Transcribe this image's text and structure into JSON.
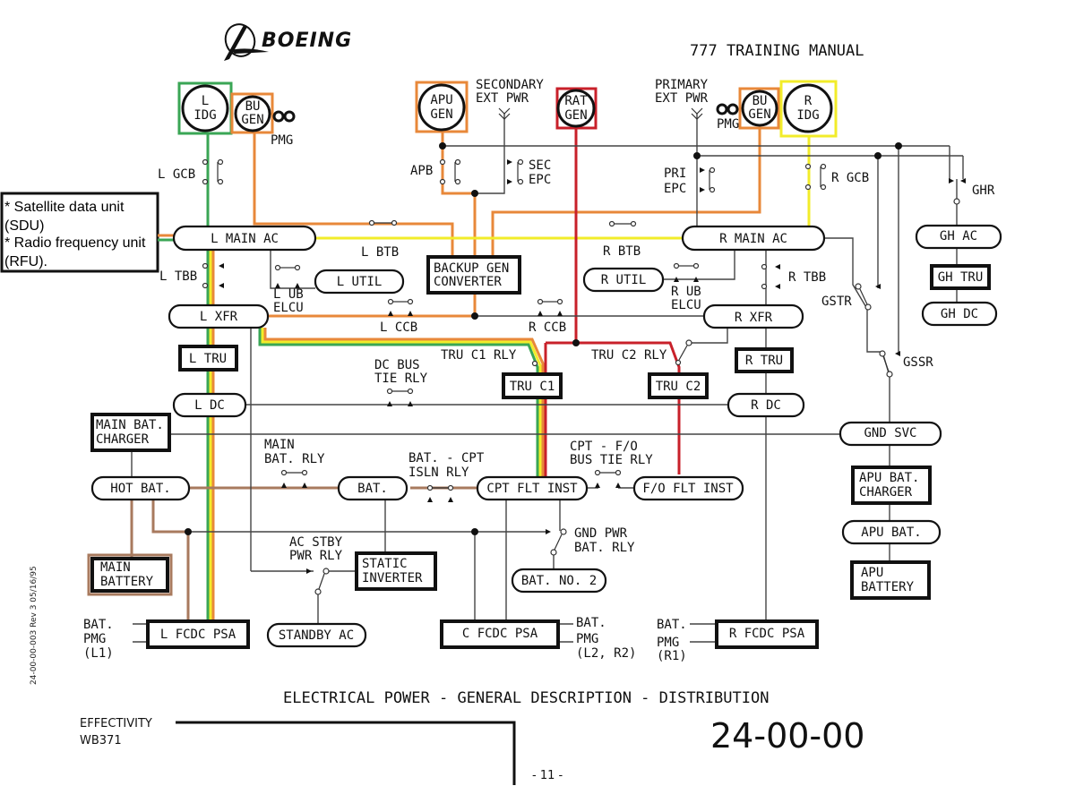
{
  "header": {
    "brand": "BOEING",
    "manual_title": "777 TRAINING MANUAL"
  },
  "colors": {
    "left_idg": "#3aa655",
    "backup_gen": "#e8883a",
    "apu_gen": "#e8883a",
    "rat_gen": "#c8202a",
    "right_idg": "#f2ec2a",
    "battery": "#a87a5e",
    "wire": "#444444"
  },
  "note": {
    "lines": [
      "* Satellite data unit",
      "(SDU)",
      "* Radio frequency unit",
      "(RFU)."
    ]
  },
  "generators": {
    "l_idg": [
      "L",
      "IDG"
    ],
    "l_bu_gen": [
      "BU",
      "GEN"
    ],
    "l_pmg": "PMG",
    "apu_gen": [
      "APU",
      "GEN"
    ],
    "rat_gen": [
      "RAT",
      "GEN"
    ],
    "r_bu_gen": [
      "BU",
      "GEN"
    ],
    "r_pmg": "PMG",
    "r_idg": [
      "R",
      "IDG"
    ]
  },
  "ext_power": {
    "secondary": [
      "SECONDARY",
      "EXT PWR"
    ],
    "primary": [
      "PRIMARY",
      "EXT PWR"
    ]
  },
  "breakers": {
    "l_gcb": "L GCB",
    "apb": "APB",
    "sec_epc": [
      "SEC",
      "EPC"
    ],
    "pri_epc": [
      "PRI",
      "EPC"
    ],
    "r_gcb": "R GCB",
    "ghr": "GHR",
    "l_btb": "L BTB",
    "r_btb": "R BTB",
    "l_tbb": "L TBB",
    "r_tbb": "R TBB",
    "l_ub_elcu": [
      "L UB",
      "ELCU"
    ],
    "r_ub_elcu": [
      "R UB",
      "ELCU"
    ],
    "l_ccb": "L CCB",
    "r_ccb": "R CCB",
    "gstr": "GSTR",
    "gssr": "GSSR",
    "tru_c1_rly": "TRU C1 RLY",
    "tru_c2_rly": "TRU C2 RLY",
    "dc_bus_tie_rly": [
      "DC BUS",
      "TIE RLY"
    ],
    "main_bat_rly": [
      "MAIN",
      "BAT. RLY"
    ],
    "bat_cpt_isln_rly": [
      "BAT. - CPT",
      "ISLN RLY"
    ],
    "cpt_fo_bus_tie_rly": [
      "CPT - F/O",
      "BUS TIE RLY"
    ],
    "gnd_pwr_bat_rly": [
      "GND PWR",
      "BAT. RLY"
    ],
    "ac_stby_pwr_rly": [
      "AC STBY",
      "PWR RLY"
    ]
  },
  "buses": {
    "l_main_ac": "L MAIN AC",
    "r_main_ac": "R MAIN AC",
    "l_util": "L UTIL",
    "r_util": "R UTIL",
    "l_xfr": "L XFR",
    "r_xfr": "R XFR",
    "l_dc": "L DC",
    "r_dc": "R DC",
    "gh_ac": "GH AC",
    "gh_dc": "GH DC",
    "gnd_svc": "GND SVC",
    "hot_bat": "HOT BAT.",
    "bat": "BAT.",
    "cpt_flt_inst": "CPT FLT INST",
    "fo_flt_inst": "F/O FLT INST",
    "bat_no_2": "BAT. NO. 2",
    "apu_bat": "APU BAT.",
    "standby_ac": "STANDBY AC"
  },
  "units": {
    "backup_gen_converter": [
      "BACKUP GEN",
      "CONVERTER"
    ],
    "l_tru": "L TRU",
    "r_tru": "R TRU",
    "tru_c1": "TRU C1",
    "tru_c2": "TRU C2",
    "gh_tru": "GH TRU",
    "main_bat_charger": [
      "MAIN BAT.",
      "CHARGER"
    ],
    "main_battery": [
      "MAIN",
      "BATTERY"
    ],
    "static_inverter": [
      "STATIC",
      "INVERTER"
    ],
    "apu_bat_charger": [
      "APU BAT.",
      "CHARGER"
    ],
    "apu_battery": [
      "APU",
      "BATTERY"
    ],
    "l_fcdc_psa": "L FCDC PSA",
    "c_fcdc_psa": "C FCDC PSA",
    "r_fcdc_psa": "R FCDC PSA"
  },
  "psa_inputs": {
    "left": [
      "BAT.",
      "PMG",
      "(L1)"
    ],
    "center": [
      "BAT.",
      "PMG",
      "(L2, R2)"
    ],
    "right": [
      "BAT.",
      "PMG",
      "(R1)"
    ]
  },
  "footer": {
    "caption": "ELECTRICAL POWER - GENERAL DESCRIPTION - DISTRIBUTION",
    "effectivity_label": "EFFECTIVITY",
    "effectivity_value": "WB371",
    "section_number": "24-00-00",
    "page": "- 11 -",
    "revision_stamp": "24-00-00-003 Rev 3 05/16/95"
  }
}
